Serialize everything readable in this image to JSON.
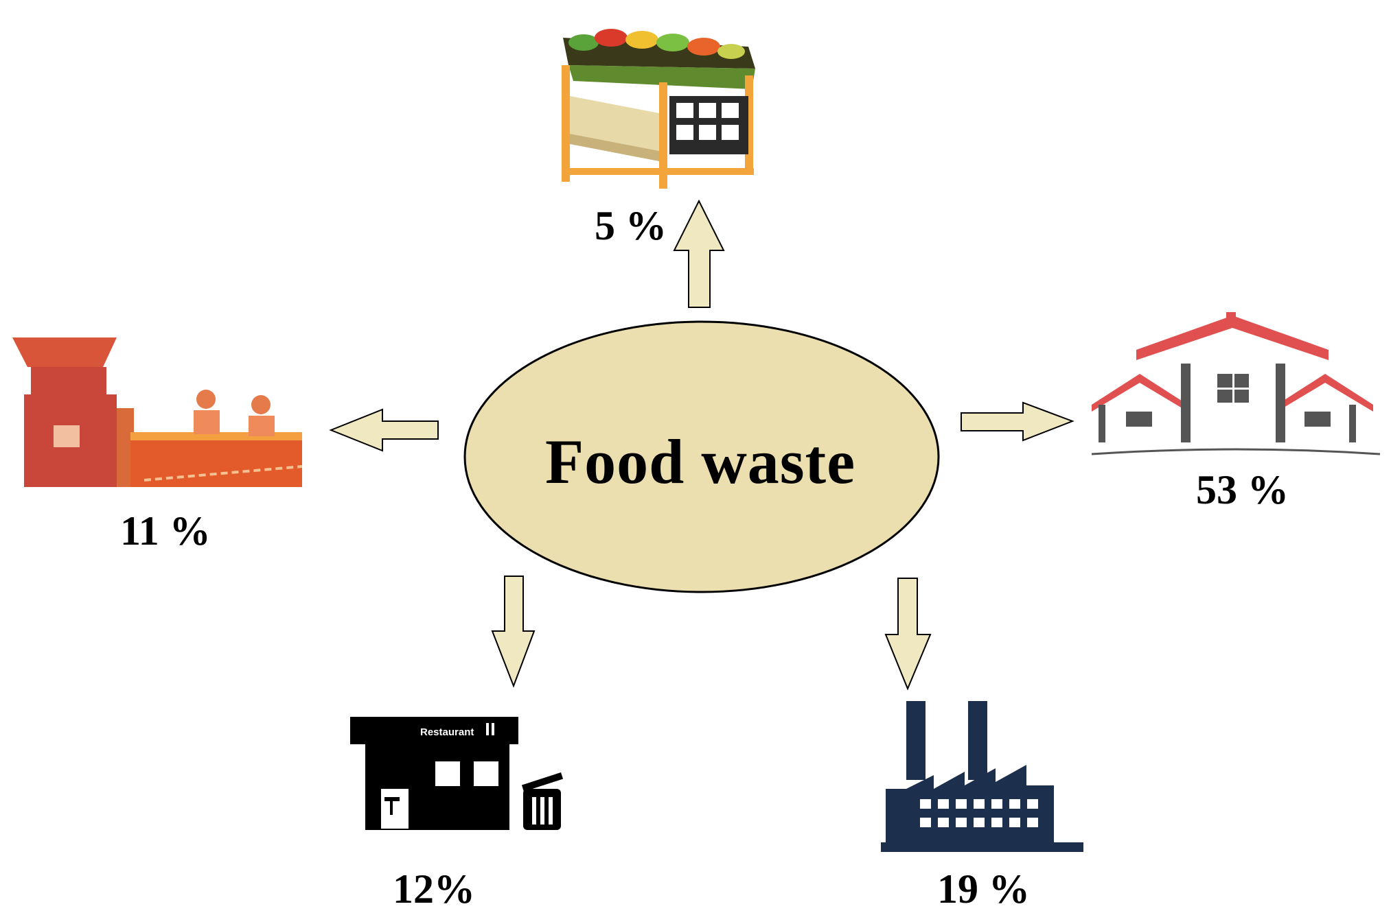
{
  "center": {
    "label": "Food waste"
  },
  "nodes": [
    {
      "id": "retail",
      "icon": "market-stall-icon",
      "percent": "5 %"
    },
    {
      "id": "household",
      "icon": "houses-icon",
      "percent": "53 %"
    },
    {
      "id": "processing",
      "icon": "food-processing-icon",
      "percent": "11 %"
    },
    {
      "id": "restaurant",
      "icon": "restaurant-icon",
      "percent": "12%",
      "sign": "Restaurant"
    },
    {
      "id": "industry",
      "icon": "factory-icon",
      "percent": "19 %"
    }
  ],
  "colors": {
    "ellipse_fill": "#ebdfaf",
    "arrow_fill": "#efe8c0",
    "house_roof": "#e05050",
    "house_wall": "#555555",
    "factory": "#1c2f4d",
    "restaurant": "#000000",
    "processing": "#e35a2b"
  }
}
